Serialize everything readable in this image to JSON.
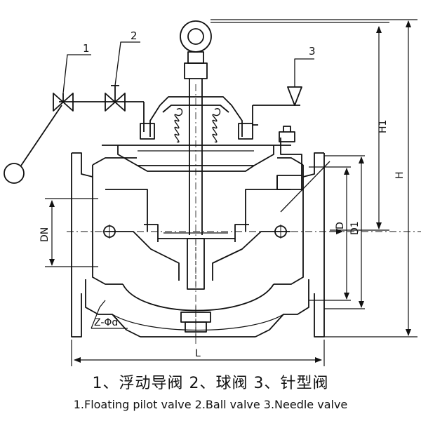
{
  "callouts": {
    "c1": "1",
    "c2": "2",
    "c3": "3"
  },
  "dimensions": {
    "h1": "H1",
    "h": "H",
    "dn": "DN",
    "d": "D",
    "d1": "D1",
    "l": "L",
    "zphid": "Z-Φd"
  },
  "caption": {
    "chinese": "1、浮动导阀  2、球阀  3、针型阀",
    "english": "1.Floating pilot valve  2.Ball valve  3.Needle valve"
  }
}
